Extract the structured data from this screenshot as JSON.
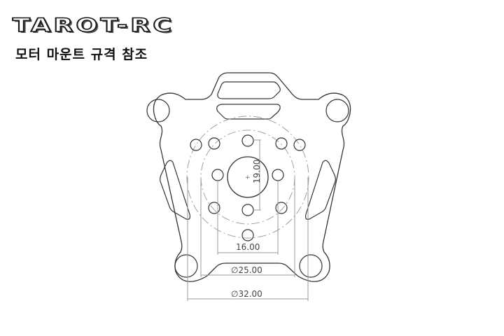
{
  "header": {
    "brand_logo": "TAROT-RC",
    "title": "모터 마운트 규격 참조"
  },
  "drawing": {
    "line_color": "#333333",
    "dim_color": "#9a9a9a",
    "center_line_color": "#a0a0a0",
    "dimensions": {
      "vertical_spacing": "19.00",
      "horizontal_spacing": "16.00",
      "inner_circle_diameter": "25.00",
      "outer_circle_diameter": "32.00",
      "diameter_symbol": "∅"
    }
  }
}
